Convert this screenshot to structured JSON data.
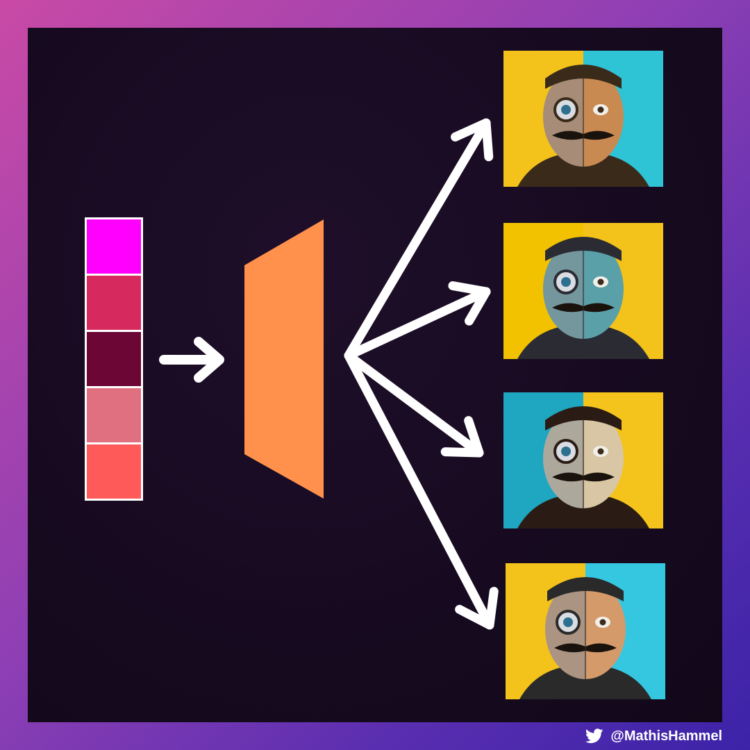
{
  "latent_vector": {
    "cells": [
      "#ff00ff",
      "#d62a5e",
      "#6b0635",
      "#e06f80",
      "#ff5a5a"
    ],
    "border_color": "#ffffff"
  },
  "decoder": {
    "color": "#ff914d"
  },
  "arrow_color": "#ffffff",
  "outputs": [
    {
      "name": "portrait-1",
      "palette": [
        "#f3c21b",
        "#2ec4d6",
        "#c98a52",
        "#3a2a1a"
      ]
    },
    {
      "name": "portrait-2",
      "palette": [
        "#f2c200",
        "#f3c21b",
        "#5aa0a8",
        "#2b2b33"
      ]
    },
    {
      "name": "portrait-3",
      "palette": [
        "#1fa6c0",
        "#f4c41c",
        "#d8c6a4",
        "#2a1c14"
      ]
    },
    {
      "name": "portrait-4",
      "palette": [
        "#f3c21b",
        "#35c7e0",
        "#d49a6a",
        "#2a2a2a"
      ]
    }
  ],
  "credit": {
    "icon": "twitter-bird-icon",
    "handle": "@MathisHammel"
  }
}
